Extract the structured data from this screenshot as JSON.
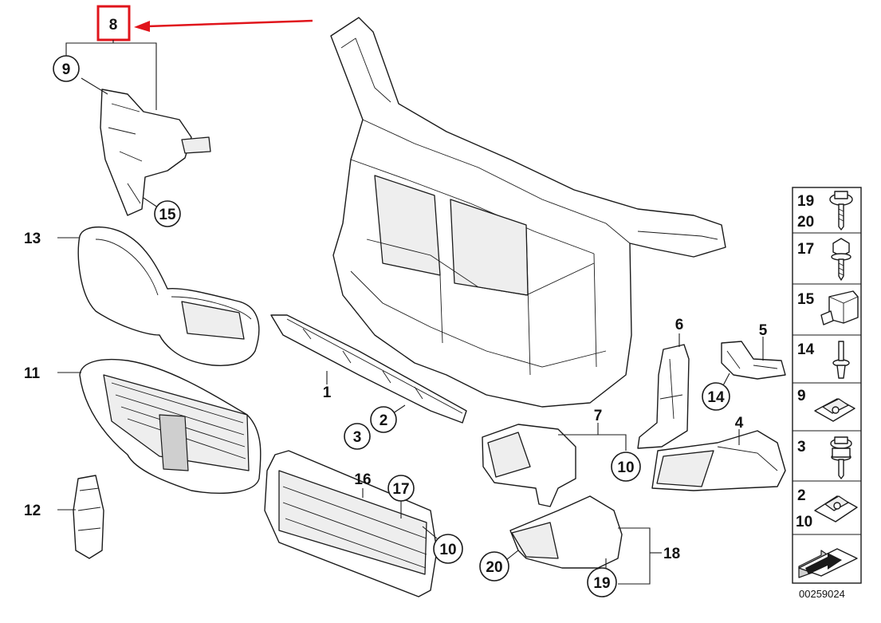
{
  "diagram_id": "00259024",
  "highlight": {
    "label": "8",
    "box_color": "#e0141b",
    "arrow_color": "#e0141b"
  },
  "callouts": {
    "c1": "1",
    "c2": "2",
    "c3": "3",
    "c4": "4",
    "c5": "5",
    "c6": "6",
    "c7": "7",
    "c9": "9",
    "c10a": "10",
    "c10b": "10",
    "c11": "11",
    "c12": "12",
    "c13": "13",
    "c14": "14",
    "c15": "15",
    "c16": "16",
    "c17": "17",
    "c18": "18",
    "c19": "19",
    "c20": "20"
  },
  "hardware_panel": [
    {
      "labels": [
        "19",
        "20"
      ],
      "icon": "washer-bolt-icon"
    },
    {
      "labels": [
        "17"
      ],
      "icon": "hex-screw-icon"
    },
    {
      "labels": [
        "15"
      ],
      "icon": "spring-clip-icon"
    },
    {
      "labels": [
        "14"
      ],
      "icon": "expansion-rivet-icon"
    },
    {
      "labels": [
        "9"
      ],
      "icon": "sheet-nut-icon"
    },
    {
      "labels": [
        "3"
      ],
      "icon": "collar-screw-icon"
    },
    {
      "labels": [
        "2",
        "10"
      ],
      "icon": "clip-nut-icon"
    },
    {
      "labels": [],
      "icon": "arrow-plate-icon"
    }
  ]
}
